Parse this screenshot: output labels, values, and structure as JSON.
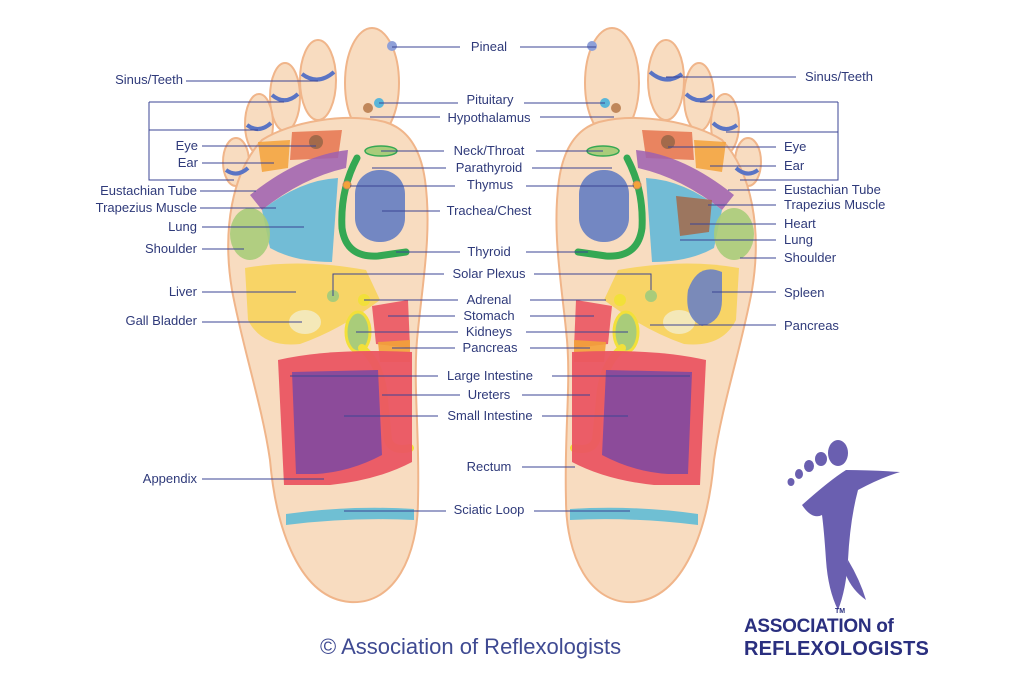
{
  "labels_center": [
    {
      "key": "pineal",
      "text": "Pineal"
    },
    {
      "key": "pituitary",
      "text": "Pituitary"
    },
    {
      "key": "hypothalamus",
      "text": "Hypothalamus"
    },
    {
      "key": "neck_throat",
      "text": "Neck/Throat"
    },
    {
      "key": "parathyroid",
      "text": "Parathyroid"
    },
    {
      "key": "thymus",
      "text": "Thymus"
    },
    {
      "key": "trachea_chest",
      "text": "Trachea/Chest"
    },
    {
      "key": "thyroid",
      "text": "Thyroid"
    },
    {
      "key": "solar_plexus",
      "text": "Solar Plexus"
    },
    {
      "key": "adrenal",
      "text": "Adrenal"
    },
    {
      "key": "stomach",
      "text": "Stomach"
    },
    {
      "key": "kidneys",
      "text": "Kidneys"
    },
    {
      "key": "pancreas",
      "text": "Pancreas"
    },
    {
      "key": "large_intestine",
      "text": "Large Intestine"
    },
    {
      "key": "ureters",
      "text": "Ureters"
    },
    {
      "key": "small_intestine",
      "text": "Small Intestine"
    },
    {
      "key": "rectum",
      "text": "Rectum"
    },
    {
      "key": "sciatic_loop",
      "text": "Sciatic Loop"
    }
  ],
  "labels_left": [
    {
      "key": "sinus_teeth",
      "text": "Sinus/Teeth"
    },
    {
      "key": "eye",
      "text": "Eye"
    },
    {
      "key": "ear",
      "text": "Ear"
    },
    {
      "key": "eustachian_tube",
      "text": "Eustachian Tube"
    },
    {
      "key": "trapezius_muscle",
      "text": "Trapezius Muscle"
    },
    {
      "key": "lung",
      "text": "Lung"
    },
    {
      "key": "shoulder",
      "text": "Shoulder"
    },
    {
      "key": "liver",
      "text": "Liver"
    },
    {
      "key": "gall_bladder",
      "text": "Gall Bladder"
    },
    {
      "key": "appendix",
      "text": "Appendix"
    }
  ],
  "labels_right": [
    {
      "key": "sinus_teeth",
      "text": "Sinus/Teeth"
    },
    {
      "key": "eye",
      "text": "Eye"
    },
    {
      "key": "ear",
      "text": "Ear"
    },
    {
      "key": "eustachian_tube",
      "text": "Eustachian Tube"
    },
    {
      "key": "trapezius_muscle",
      "text": "Trapezius Muscle"
    },
    {
      "key": "heart",
      "text": "Heart"
    },
    {
      "key": "lung",
      "text": "Lung"
    },
    {
      "key": "shoulder",
      "text": "Shoulder"
    },
    {
      "key": "spleen",
      "text": "Spleen"
    },
    {
      "key": "pancreas",
      "text": "Pancreas"
    }
  ],
  "copyright": "© Association of Reflexologists",
  "logo": {
    "line1": "ASSOCIATION of",
    "line2": "REFLEXOLOGISTS",
    "tm": "TM"
  },
  "colors": {
    "label_text": "#2f3a7a",
    "leader_line": "#3b4494",
    "skin": "#f8dcc0",
    "skin_edge": "#f0b58a",
    "intestine_red": "#ea5562",
    "intestine_purple": "#8c4b9a",
    "sciatic_blue": "#6fbfd3",
    "lung_blue": "#5ab6d9",
    "chest_blue": "#6b82c2",
    "thymus_green": "#35a853",
    "liver_yellow": "#f7d35c",
    "shoulder_green": "#a9cc7a",
    "stomach_orange": "#f3a23a",
    "ureter_yellow": "#f2e03a",
    "trapezius_purple": "#9d5fb0",
    "logo_purple": "#6a5fb0"
  }
}
